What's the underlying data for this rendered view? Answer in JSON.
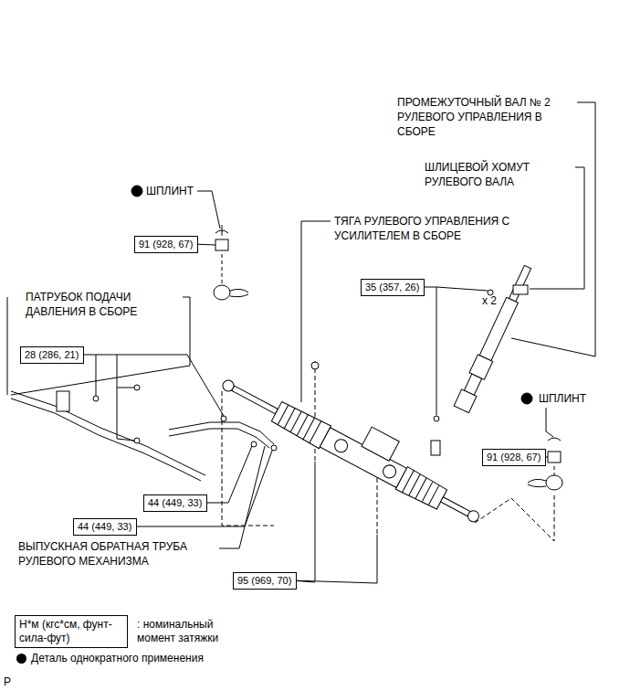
{
  "diagram": {
    "nodes": [
      {
        "text": [
          "91 (928, 67)"
        ]
      },
      {
        "text": [
          "35 (357, 26)"
        ]
      },
      {
        "text": [
          "28 (286, 21)"
        ]
      },
      {
        "text": [
          "91 (928, 67)"
        ]
      },
      {
        "text": [
          "44 (449, 33)"
        ]
      },
      {
        "text": [
          "44 (449, 33)"
        ]
      },
      {
        "text": [
          "95 (969, 70)"
        ]
      },
      {
        "text": [
          "Н*м (кгс*см, фунт-сила-фут)"
        ]
      }
    ],
    "labels": [
      "ПРОМЕЖУТОЧНЫЙ ВАЛ № 2 РУЛЕВОГО УПРАВЛЕНИЯ В СБОРЕ",
      "ШЛИЦЕВОЙ ХОМУТ РУЛЕВОГО ВАЛА",
      "ШПЛИНТ",
      "ТЯГА РУЛЕВОГО УПРАВЛЕНИЯ С УСИЛИТЕЛЕМ В СБОРЕ",
      "ПАТРУБОК ПОДАЧИ ДАВЛЕНИЯ В СБОРЕ",
      "x 2",
      "ШПЛИНТ",
      "ВЫПУСКНАЯ ОБРАТНАЯ ТРУБА РУЛЕВОГО МЕХАНИЗМА",
      "P"
    ],
    "legend": [
      {
        "text": ": номинальный момент затяжки"
      },
      {
        "text": "Деталь однократного применения"
      }
    ]
  }
}
